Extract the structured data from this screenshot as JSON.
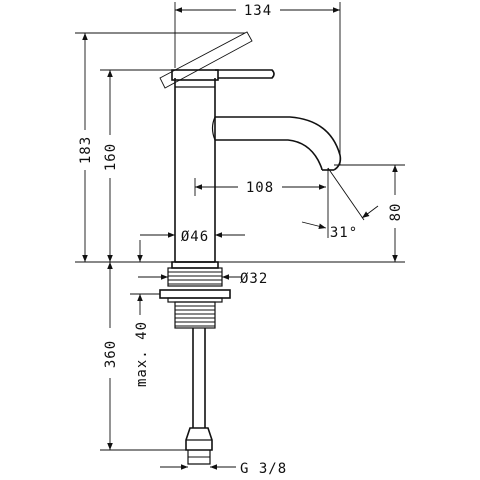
{
  "dimensions": {
    "width_total": "134",
    "height_total": "183",
    "height_spout": "160",
    "spout_reach": "108",
    "body_diameter": "Ø46",
    "thread_diameter": "Ø32",
    "spout_height": "80",
    "spout_angle": "31°",
    "below_deck": "360",
    "max_deck": "max. 40",
    "connection": "G 3/8"
  }
}
